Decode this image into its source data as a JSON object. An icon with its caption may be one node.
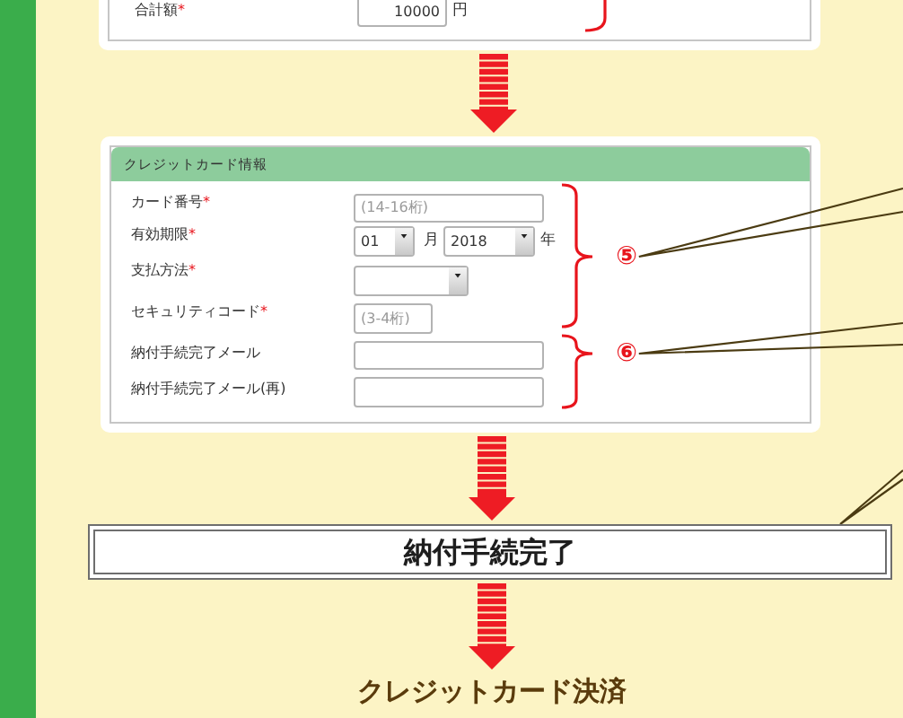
{
  "diagram": {
    "nodes": [
      {
        "text": [
          "合計額*"
        ]
      },
      {
        "text": [
          "10000"
        ],
        "in": 0,
        "beside": [
          "円"
        ]
      },
      {
        "text": [
          "クレジットカード情報",
          "カード番号*",
          "有効期限*",
          "支払方法*",
          "セキュリティコード*",
          "納付手続完了メール",
          "納付手続完了メール(再)"
        ]
      },
      {
        "text": [
          "(14-16桁)"
        ],
        "in": 2
      },
      {
        "text": [
          "01"
        ],
        "in": 2,
        "beside": [
          "月"
        ]
      },
      {
        "text": [
          "2018"
        ],
        "in": 2,
        "beside": [
          "年"
        ]
      },
      {
        "text": [],
        "shape": "box",
        "in": 2
      },
      {
        "text": [
          "(3-4桁)"
        ],
        "in": 2
      },
      {
        "text": [],
        "shape": "box",
        "in": 2
      },
      {
        "text": [],
        "shape": "box",
        "in": 2
      },
      {
        "text": [
          "⑤"
        ],
        "in": 2
      },
      {
        "text": [
          "⑥"
        ],
        "in": 2
      },
      {
        "text": [
          "納付手続完了"
        ]
      },
      {
        "text": [
          "クレジットカード決済"
        ]
      }
    ],
    "edges": [
      {
        "from": 0,
        "to": 2,
        "arrow": "to",
        "style": "thick",
        "color": "#ee1c24"
      },
      {
        "from": null,
        "to": 10,
        "arrow": "none"
      },
      {
        "from": null,
        "to": 11,
        "arrow": "none"
      },
      {
        "from": 2,
        "to": 12,
        "arrow": "to",
        "style": "thick",
        "color": "#ee1c24"
      },
      {
        "from": null,
        "to": 12,
        "arrow": "none"
      },
      {
        "from": 12,
        "to": 13,
        "arrow": "to",
        "style": "thick",
        "color": "#ee1c24"
      }
    ]
  }
}
